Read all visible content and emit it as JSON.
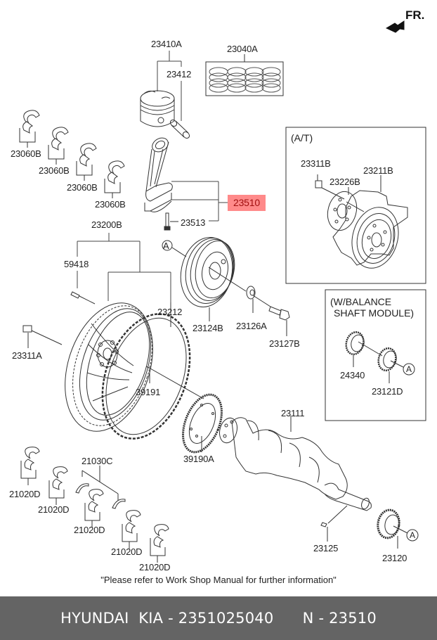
{
  "direction_marker": {
    "text": "FR.",
    "icon": "front-arrow-icon"
  },
  "highlight_color": "#ff8a8a",
  "highlight_text_color": "#a01010",
  "parts": {
    "p23410A": "23410A",
    "p23040A": "23040A",
    "p23412": "23412",
    "p23060B_1": "23060B",
    "p23060B_2": "23060B",
    "p23060B_3": "23060B",
    "p23060B_4": "23060B",
    "p23510": "23510",
    "p23513": "23513",
    "p23200B": "23200B",
    "p59418": "59418",
    "p23212": "23212",
    "p23311A": "23311A",
    "p23124B": "23124B",
    "p23126A": "23126A",
    "p23127B": "23127B",
    "p39191": "39191",
    "p39190A": "39190A",
    "p23111": "23111",
    "p21030C": "21030C",
    "p21020D_1": "21020D",
    "p21020D_2": "21020D",
    "p21020D_3": "21020D",
    "p21020D_4": "21020D",
    "p21020D_5": "21020D",
    "p23125": "23125",
    "p23120": "23120",
    "ref_A_1": "A",
    "ref_A_2": "A",
    "ref_A_3": "A"
  },
  "at_box": {
    "title": "(A/T)",
    "parts": {
      "p23311B": "23311B",
      "p23226B": "23226B",
      "p23211B": "23211B"
    }
  },
  "balance_box": {
    "title_line1": "(W/BALANCE",
    "title_line2": "SHAFT MODULE)",
    "parts": {
      "p24340": "24340",
      "p23121D": "23121D"
    }
  },
  "note": "\"Please refer to Work Shop Manual for further information\"",
  "footer": {
    "brand": "HYUNDAI  KIA",
    "part_number": "2351025040",
    "catalog_label": "N",
    "catalog_number": "23510",
    "separator": " - "
  }
}
